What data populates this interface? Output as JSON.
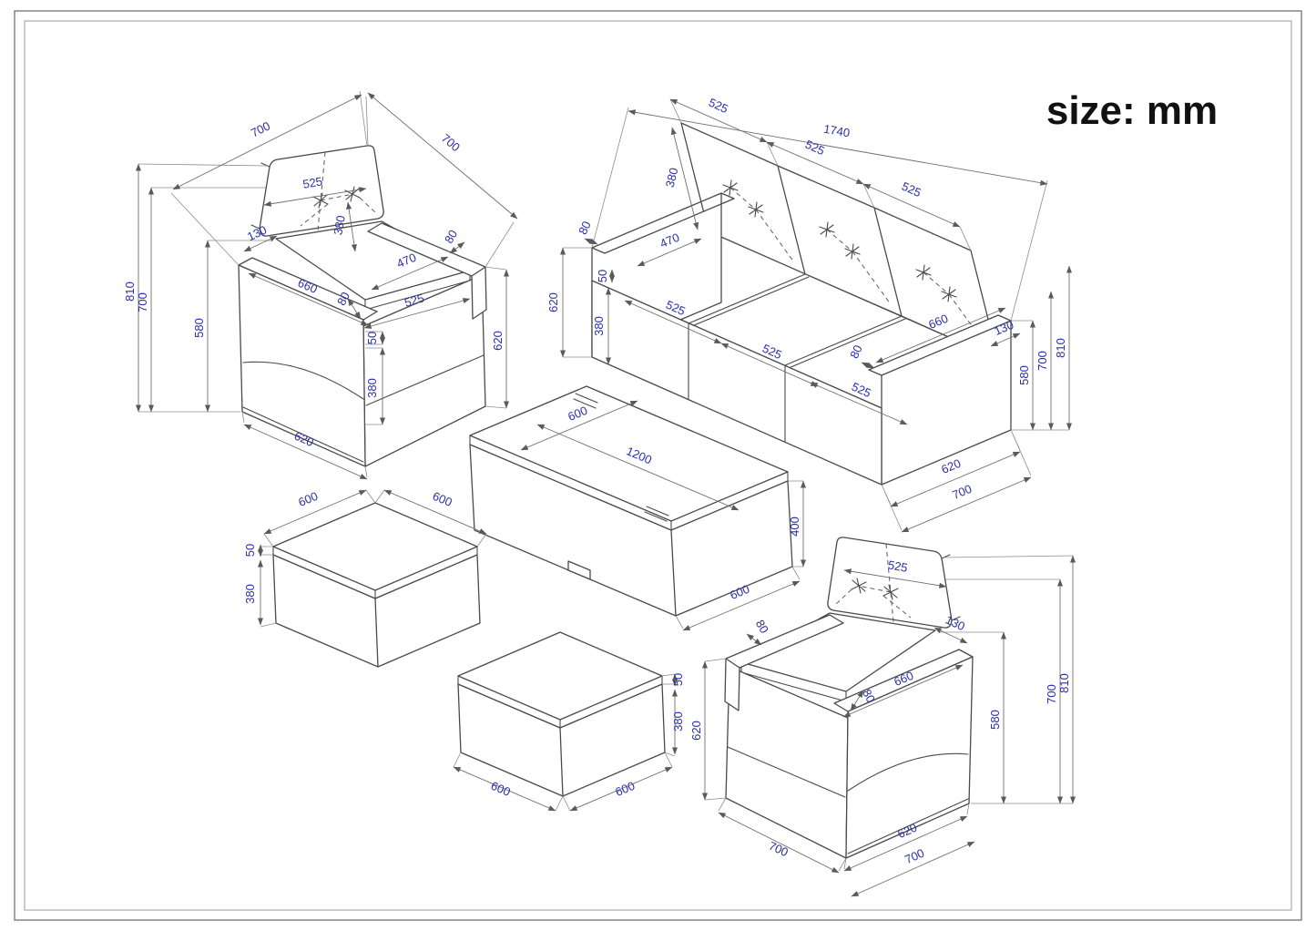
{
  "header": {
    "title": "size: mm"
  },
  "dims": {
    "chair_top_left": {
      "d700_top_left": "700",
      "d700_top_right": "700",
      "d525_back": "525",
      "d380_back": "380",
      "d130": "130",
      "d470_seat": "470",
      "d525_seat": "525",
      "d80_right_arm": "80",
      "d660_arm": "660",
      "d80_left_arm": "80",
      "d810_height": "810",
      "d700_height": "700",
      "d580_height": "580",
      "d620_side": "620",
      "d50_cushion": "50",
      "d380_base": "380",
      "d620_bottom": "620"
    },
    "sofa": {
      "d1740": "1740",
      "d525_back_left": "525",
      "d525_back_mid": "525",
      "d525_back_right": "525",
      "d380_back": "380",
      "d80_left_arm": "80",
      "d620_side": "620",
      "d50_cushion": "50",
      "d470_seat": "470",
      "d525_seat_left": "525",
      "d380_base": "380",
      "d525_seat_mid": "525",
      "d525_seat_right": "525",
      "d130": "130",
      "d660_arm": "660",
      "d80_right_arm": "80",
      "d580_height": "580",
      "d700_height": "700",
      "d810_height": "810",
      "d620_bottom": "620",
      "d700_bottom": "700"
    },
    "coffee_table": {
      "d600_top": "600",
      "d1200_top": "1200",
      "d400_height": "400",
      "d600_bottom": "600"
    },
    "ottoman_left": {
      "d600_left": "600",
      "d600_right": "600",
      "d50_cushion": "50",
      "d380_base": "380"
    },
    "ottoman_center": {
      "d50_cushion": "50",
      "d380_base": "380",
      "d600_left": "600",
      "d600_right": "600"
    },
    "chair_bottom_right": {
      "d80_back": "80",
      "d525_back": "525",
      "d130": "130",
      "d660_arm": "660",
      "d80_arm": "80",
      "d620_side": "620",
      "d810_height": "810",
      "d700_height": "700",
      "d580_height": "580",
      "d620_bottom": "620",
      "d700_bottom_right": "700",
      "d700_bottom_left": "700"
    }
  }
}
